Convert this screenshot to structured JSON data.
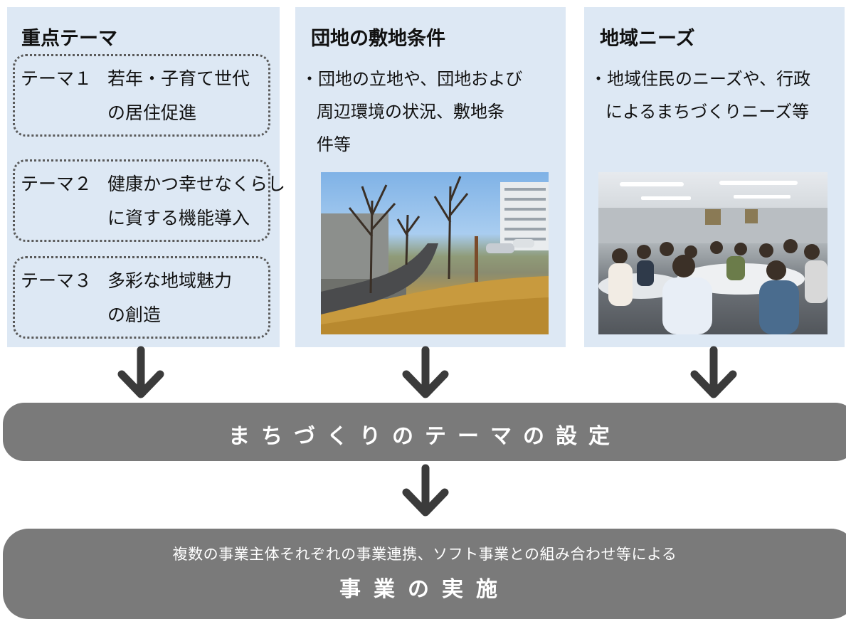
{
  "themes_panel": {
    "title": "重点テーマ",
    "items": [
      {
        "label": "テーマ１",
        "line1": "若年・子育て世代",
        "line2": "の居住促進"
      },
      {
        "label": "テーマ２",
        "line1": "健康かつ幸せなくらし",
        "line2": "に資する機能導入"
      },
      {
        "label": "テーマ３",
        "line1": "多彩な地域魅力",
        "line2": "の創造"
      }
    ]
  },
  "site_panel": {
    "title": "団地の敷地条件",
    "lines": [
      "・団地の立地や、団地および",
      "周辺環境の状況、敷地条",
      "件等"
    ]
  },
  "needs_panel": {
    "title": "地域ニーズ",
    "lines": [
      "・地域住民のニーズや、行政",
      "によるまちづくりニーズ等"
    ]
  },
  "theme_setting": {
    "label": "まちづくりのテーマの設定"
  },
  "implementation": {
    "sub": "複数の事業主体それぞれの事業連携、ソフト事業との組み合わせ等による",
    "label": "事業の実施"
  },
  "colors": {
    "panel_bg": "#dde8f4",
    "bar_bg": "#7a7a7a",
    "arrow": "#3b3b3b",
    "dotted_border": "#5a5a5a"
  }
}
